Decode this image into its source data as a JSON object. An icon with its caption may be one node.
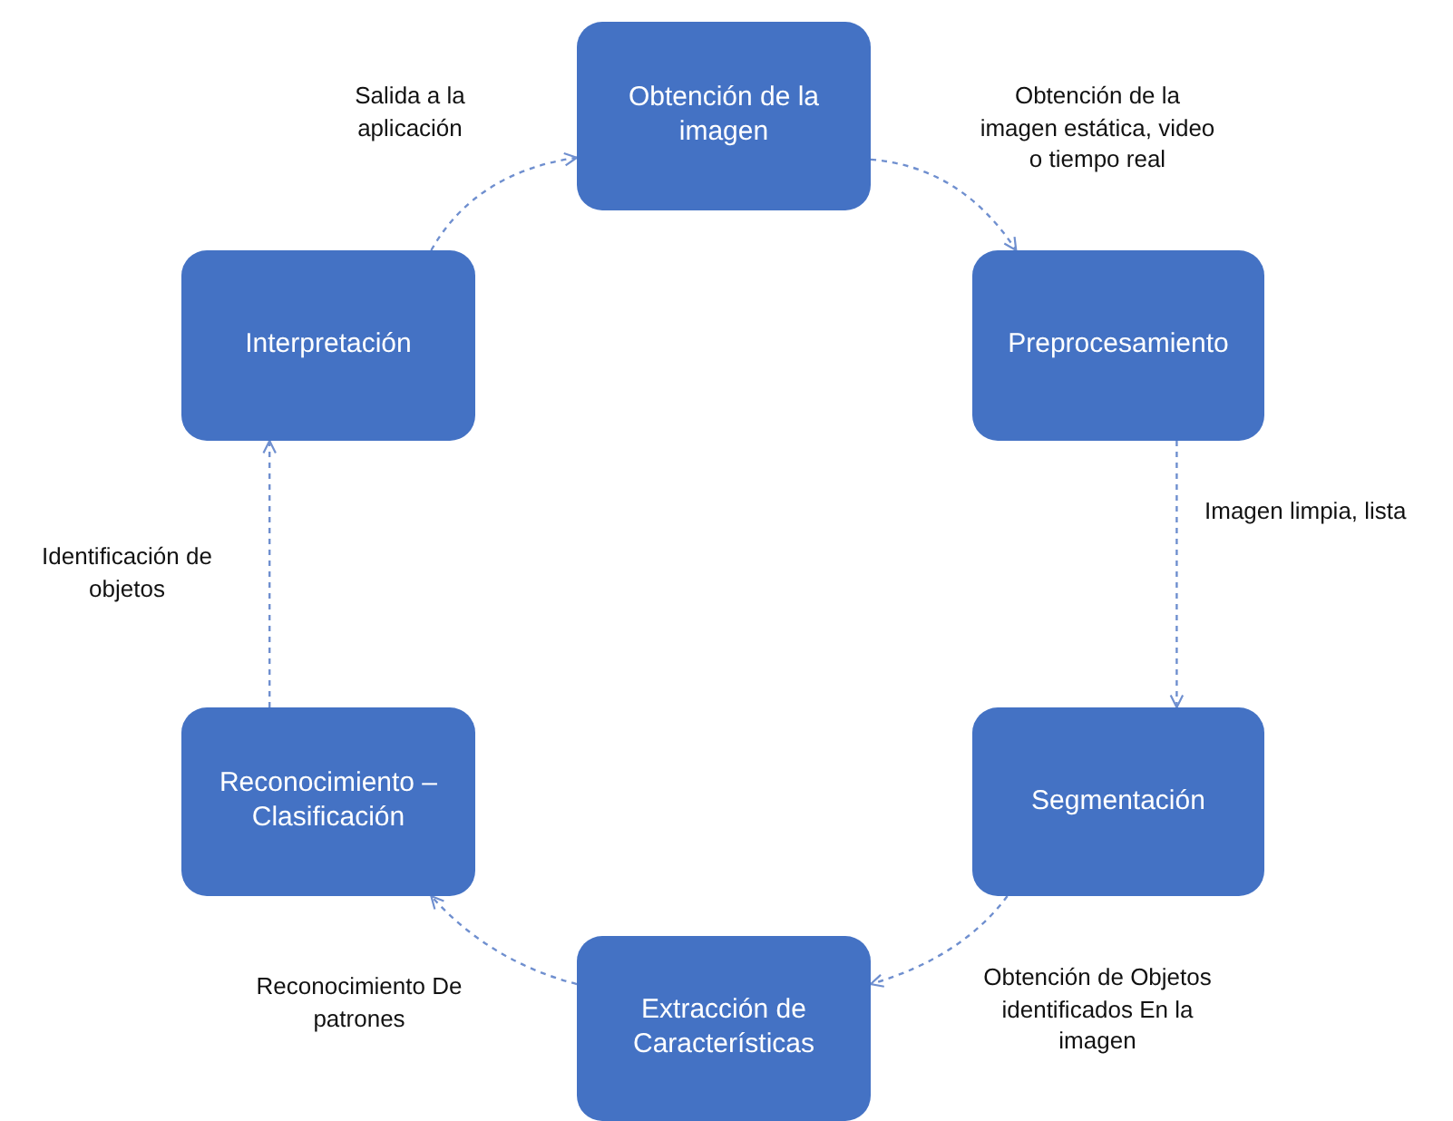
{
  "diagram": {
    "nodes": [
      {
        "text": [
          "Obtención de la imagen"
        ]
      },
      {
        "text": [
          "Preprocesamiento"
        ]
      },
      {
        "text": [
          "Segmentación"
        ]
      },
      {
        "text": [
          "Extracción de Características"
        ]
      },
      {
        "text": [
          "Reconocimiento – Clasificación"
        ]
      },
      {
        "text": [
          "Interpretación"
        ]
      }
    ],
    "edges": [
      {
        "from": 0,
        "to": 1,
        "arrow": "to",
        "style": "dashed",
        "label": "Obtención de la imagen estática, video o tiempo real"
      },
      {
        "from": 1,
        "to": 2,
        "arrow": "to",
        "style": "dashed",
        "label": "Imagen limpia, lista"
      },
      {
        "from": 2,
        "to": 3,
        "arrow": "to",
        "style": "dashed",
        "label": "Obtención de Objetos identificados En la imagen"
      },
      {
        "from": 3,
        "to": 4,
        "arrow": "to",
        "style": "dashed",
        "label": "Reconocimiento De patrones"
      },
      {
        "from": 4,
        "to": 5,
        "arrow": "to",
        "style": "dashed",
        "label": "Identificación de objetos"
      },
      {
        "from": 5,
        "to": 0,
        "arrow": "to",
        "style": "dashed",
        "label": "Salida a la aplicación"
      }
    ]
  }
}
